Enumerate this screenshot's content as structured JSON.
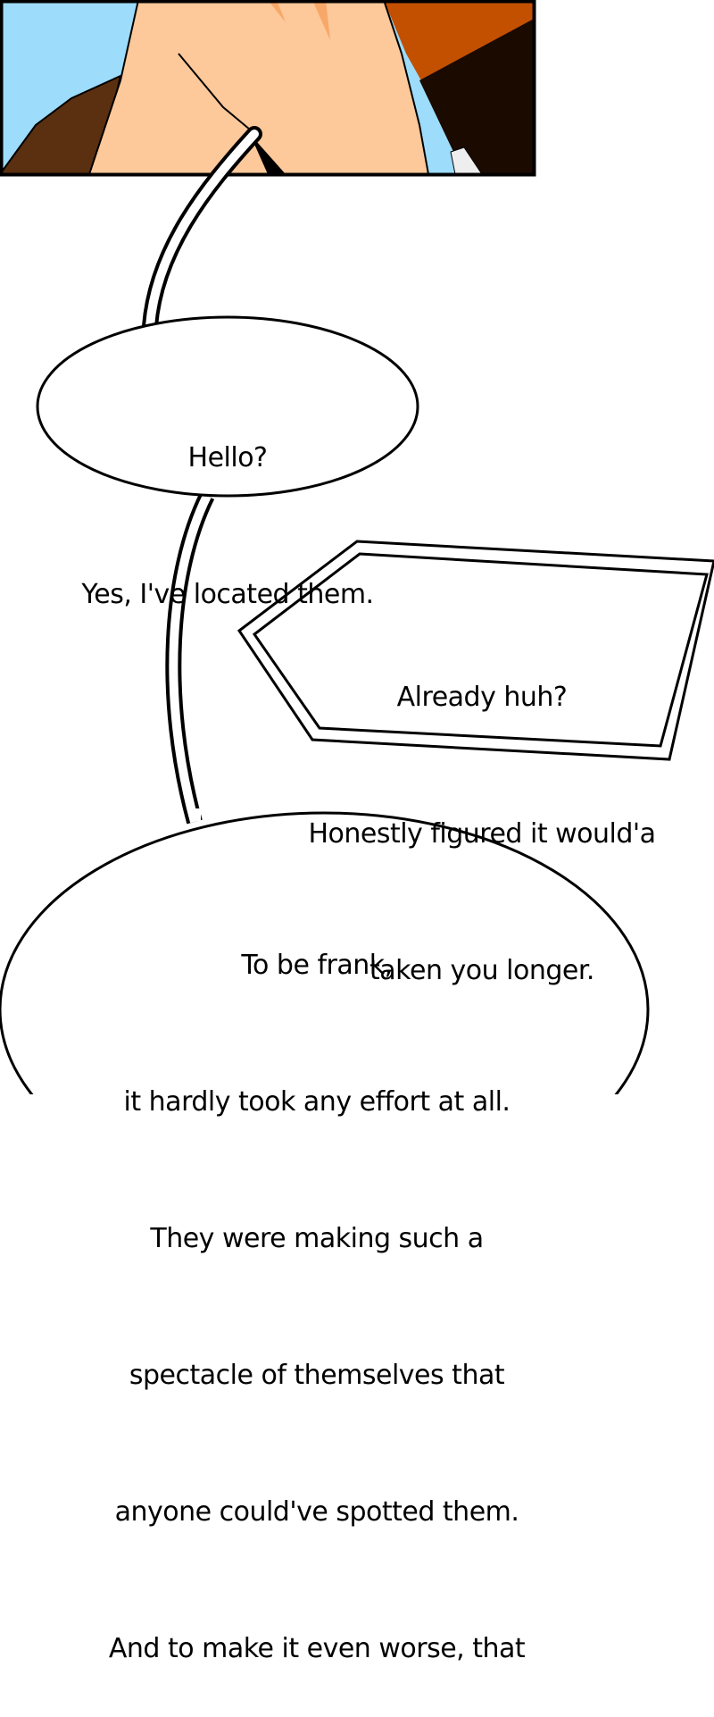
{
  "bubbles": [
    {
      "lines": [
        "Hello?",
        "Yes, I've located them."
      ]
    },
    {
      "lines": [
        "Already huh?",
        "Honestly figured it would'a",
        "taken you longer."
      ]
    },
    {
      "lines": [
        "To be frank,",
        "it hardly took any effort at all.",
        "They were making such a",
        "spectacle of themselves that",
        "anyone could've spotted them.",
        "And to make it even worse, that"
      ]
    }
  ],
  "colors": {
    "sky": "#9ddcfb",
    "skin": "#fdc89a",
    "hair": "#c35000",
    "coat": "#5a3010"
  }
}
